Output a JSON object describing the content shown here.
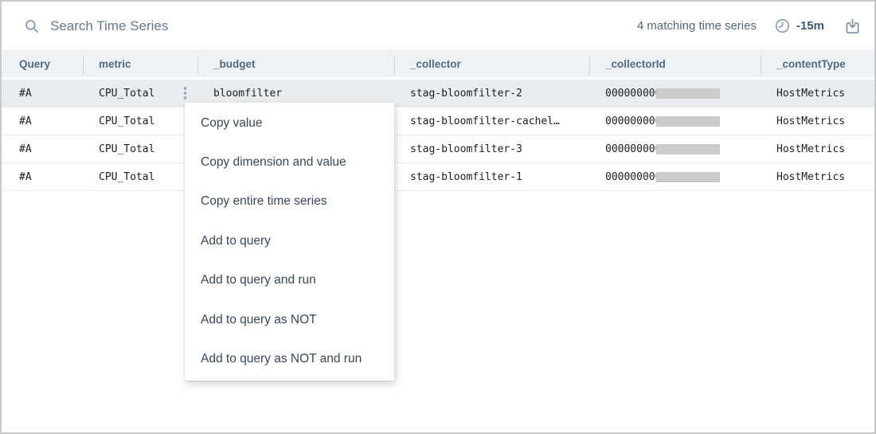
{
  "toolbar": {
    "search_placeholder": "Search Time Series",
    "match_count": "4 matching time series",
    "time_range": "-15m"
  },
  "icons": {
    "search": "magnifier",
    "time_range": "clock",
    "export": "download-tray",
    "row_menu": "kebab-vertical-dots"
  },
  "table": {
    "columns": [
      {
        "label": "Query"
      },
      {
        "label": "metric"
      },
      {
        "label": "_budget"
      },
      {
        "label": "_collector"
      },
      {
        "label": "_collectorId"
      },
      {
        "label": "_contentType"
      }
    ],
    "rows": [
      {
        "query": "#A",
        "metric": "CPU_Total",
        "budget": "bloomfilter",
        "collector": "stag-bloomfilter-2",
        "collector_id": "000000000",
        "collector_id_redacted": true,
        "content_type": "HostMetrics",
        "selected": true
      },
      {
        "query": "#A",
        "metric": "CPU_Total",
        "budget": "",
        "collector": "stag-bloomfilter-cachel…",
        "collector_id": "000000000",
        "collector_id_redacted": true,
        "content_type": "HostMetrics",
        "selected": false
      },
      {
        "query": "#A",
        "metric": "CPU_Total",
        "budget": "",
        "collector": "stag-bloomfilter-3",
        "collector_id": "000000000",
        "collector_id_redacted": true,
        "content_type": "HostMetrics",
        "selected": false
      },
      {
        "query": "#A",
        "metric": "CPU_Total",
        "budget": "",
        "collector": "stag-bloomfilter-1",
        "collector_id": "000000000",
        "collector_id_redacted": true,
        "content_type": "HostMetrics",
        "selected": false
      }
    ]
  },
  "context_menu": {
    "items": [
      "Copy value",
      "Copy dimension and value",
      "Copy entire time series",
      "Add to query",
      "Add to query and run",
      "Add to query as NOT",
      "Add to query as NOT and run"
    ]
  },
  "colors": {
    "accent_text": "#52697c",
    "header_bg": "#eef2f6",
    "selected_row_bg": "#e9edf2",
    "menu_text": "#37485a",
    "mono_text": "#1a1e23",
    "redaction": "#cbcbcb",
    "divider": "#e8ebee"
  }
}
